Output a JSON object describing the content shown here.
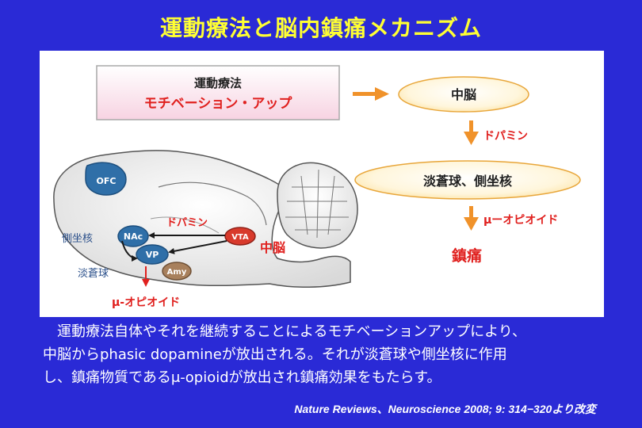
{
  "title": "運動療法と脳内鎮痛メカニズム",
  "flow": {
    "box_line1": "運動療法",
    "box_line2": "モチベーション・アップ",
    "midbrain": "中脳",
    "dopamine": "ドパミン",
    "nuclei": "淡蒼球、側坐核",
    "opioid": "μーオピオイド",
    "analgesia": "鎮痛"
  },
  "brain": {
    "ofc": "OFC",
    "nac": "NAc",
    "vp": "VP",
    "vta": "VTA",
    "amy": "Amy",
    "dopamine": "ドパミン",
    "midbrain": "中脳",
    "nucleus_accumbens": "側坐核",
    "pallidum": "淡蒼球",
    "opioid": "μ-オピオイド"
  },
  "body": {
    "line1": "運動療法自体やそれを継続することによるモチベーションアップにより、",
    "line2": "中脳からphasic dopamineが放出される。それが淡蒼球や側坐核に作用",
    "line3": "し、鎮痛物質であるμ-opioidが放出され鎮痛効果をもたらす。"
  },
  "citation": "Nature Reviews、Neuroscience 2008; 9: 314−320より改変",
  "colors": {
    "background": "#2a2ad6",
    "title": "#ffff33",
    "accent_red": "#e0201e",
    "arrow_orange": "#f0922a",
    "region_blue": "#2f6fa8",
    "amy_brown": "#a8805c",
    "vta_red": "#d83a2c"
  }
}
